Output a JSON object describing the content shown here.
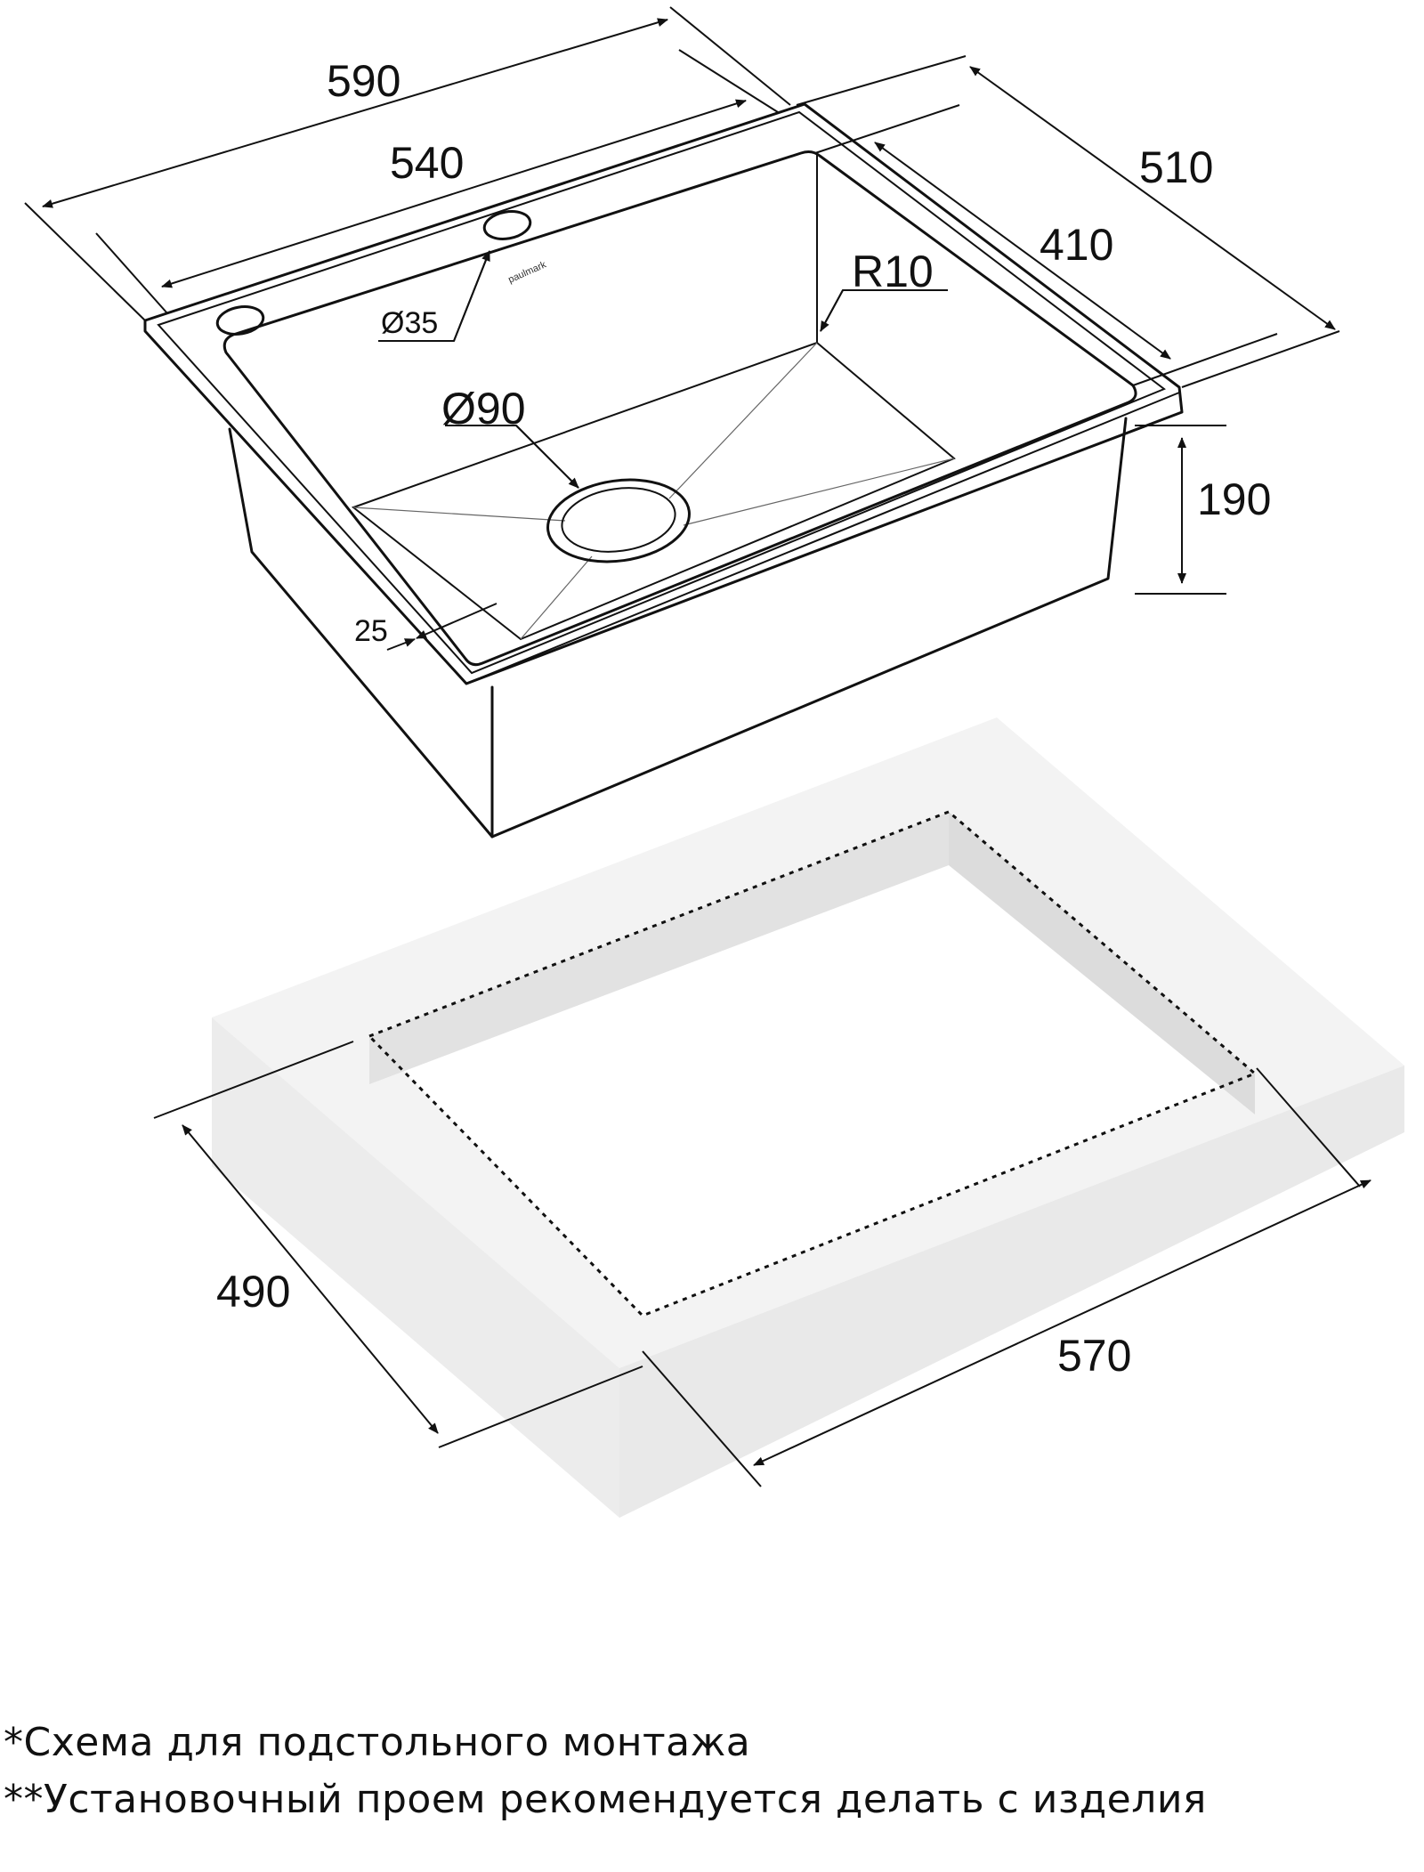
{
  "dimensions": {
    "overall_width": "590",
    "bowl_width": "540",
    "overall_depth": "510",
    "bowl_depth": "410",
    "corner_radius": "R10",
    "tap_hole": "Ø35",
    "drain": "Ø90",
    "bowl_height": "190",
    "rim_width": "25",
    "cutout_depth": "490",
    "cutout_width": "570"
  },
  "brand_mark": "paulmark",
  "notes": {
    "line1": "*Схема для подстольного монтажа",
    "line2": "**Установочный проем рекомендуется делать с изделия"
  }
}
